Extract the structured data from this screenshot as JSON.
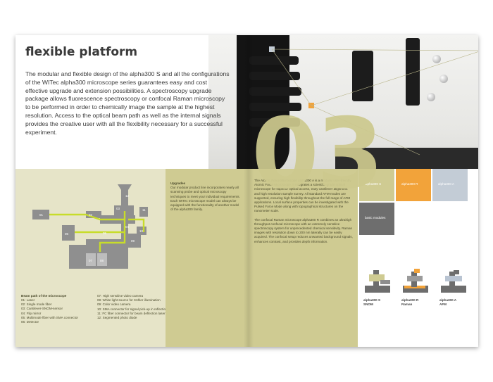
{
  "page": {
    "title": "flexible platform",
    "intro": "The modular and flexible design of the alpha300 S and all the configurations of the WITec alpha300 microscope series guarantees easy and cost effective upgrade and extension possibilities. A spectroscopy upgrade package allows fluorescence spectroscopy or confocal Raman microscopy to be performed in order to chemically image the sample at the highest resolution. Access to the optical beam path as well as the internal signals provides the creative user with all the flexibility necessary for a successful experiment.",
    "section_number": "03"
  },
  "diagram_legend": {
    "header": "Beam path of the microscope",
    "col1": [
      "01: Laser",
      "02: Single mode fiber",
      "03: Cantilever-SNOM-sensor",
      "04: Flip mirror",
      "05: Multimode fiber with SMA connector",
      "06: Detector"
    ],
    "col2": [
      "07: High sensitive video camera",
      "08: White light source for Köhler illumination",
      "09: Color video camera",
      "10: SMA connector for signal pick-up in reflection",
      "11: FC fiber connector for beam deflection laser",
      "12: Segmented photo diode"
    ]
  },
  "upgrades": {
    "heading": "Upgrades",
    "body": "Our modular product line incorporates nearly all scanning probe and optical microscopy techniques to meet your individual requirements. Each WITec microscope model can always be equipped with the functionality of another model of the alpha300 family."
  },
  "afm_column": {
    "p1": "The Atomic Force Microscope alpha300 A is a modular user-friendly Atomic Force Microscope. It integrates a scientific-grade optical microscope for superior optical access, easy cantilever alignment and high resolution sample survey. All standard AFM-modes are supported, ensuring high flexibility throughout the full range of AFM applications. Local surface properties can be investigated with the Pulsed Force Mode along with topographical structures on the nanometer scale.",
    "p2": "The confocal Raman microscope alpha300 R combines an ultrahigh throughput confocal microscope with an extremely sensitive spectroscopy system for unprecedented chemical sensitivity. Raman images with resolution down to 200 nm laterally can be easily acquired. The confocal setup reduces unwanted background signals, enhances contrast, and provides depth information."
  },
  "tiles": [
    {
      "label": "alpha300 S",
      "color": "#cfcb92"
    },
    {
      "label": "alpha300 R",
      "color": "#f2a33a"
    },
    {
      "label": "alpha300 A",
      "color": "#c3ccd6"
    },
    {
      "label": "basic modules",
      "color": "#6e6e6e"
    }
  ],
  "models": [
    {
      "name": "alpha300 S",
      "sub": "SNOM",
      "accent": "#cfcb92"
    },
    {
      "name": "alpha300 R",
      "sub": "Raman",
      "accent": "#f2a33a"
    },
    {
      "name": "alpha300 A",
      "sub": "AFM",
      "accent": "#b9c4d2"
    }
  ],
  "colors": {
    "olive": "#cfcb92",
    "olive_light": "#e6e4c8",
    "orange": "#f2a33a",
    "blue_grey": "#c3ccd6",
    "beam_green": "#c8dc2a"
  },
  "diagram_numbers": [
    "01",
    "02",
    "03",
    "04",
    "05",
    "06",
    "07",
    "08",
    "09",
    "10",
    "11",
    "12"
  ]
}
